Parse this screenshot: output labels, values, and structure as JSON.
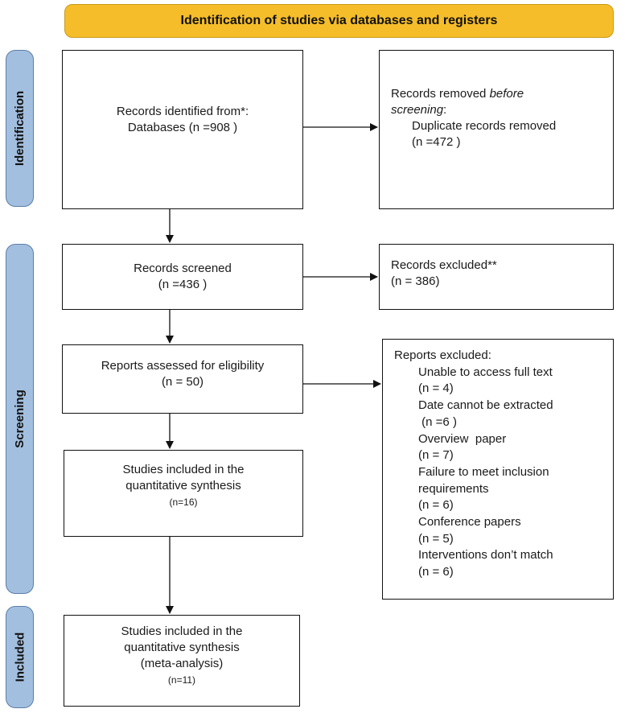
{
  "banner": {
    "title": "Identification of studies via databases and registers"
  },
  "stages": {
    "identification": "Identification",
    "screening": "Screening",
    "included": "Included"
  },
  "boxes": {
    "records_identified": {
      "line1": "Records identified from*:",
      "line2": "Databases (n =908 )"
    },
    "records_removed": {
      "line1": "Records removed ",
      "line1_em": "before",
      "line2_em": "screening",
      "line2": ":",
      "line3": "Duplicate records removed",
      "line4": "(n =472 )"
    },
    "records_screened": {
      "line1": "Records screened",
      "line2": "(n =436 )"
    },
    "records_excluded": {
      "line1": "Records excluded**",
      "line2": "(n = 386)"
    },
    "reports_assessed": {
      "line1": "Reports assessed for eligibility",
      "line2": "(n = 50)"
    },
    "reports_excluded": {
      "heading": "Reports excluded:",
      "items": [
        {
          "label": "Unable to access full text",
          "count": "(n = 4)"
        },
        {
          "label": "Date cannot be extracted",
          "count": " (n =6 )"
        },
        {
          "label": "Overview  paper",
          "count": "(n = 7)"
        },
        {
          "label": "Failure to meet inclusion",
          "label2": "requirements",
          "count": "(n = 6)"
        },
        {
          "label": "Conference papers",
          "count": "(n = 5)"
        },
        {
          "label": "Interventions don’t match",
          "count": "(n = 6)"
        }
      ]
    },
    "studies_quantitative": {
      "line1": "Studies included in the",
      "line2": "quantitative synthesis",
      "line3": "(n=16)"
    },
    "studies_meta": {
      "line1": "Studies included in the",
      "line2": "quantitative synthesis",
      "line3": "(meta-analysis)",
      "line4": "(n=11)"
    }
  }
}
